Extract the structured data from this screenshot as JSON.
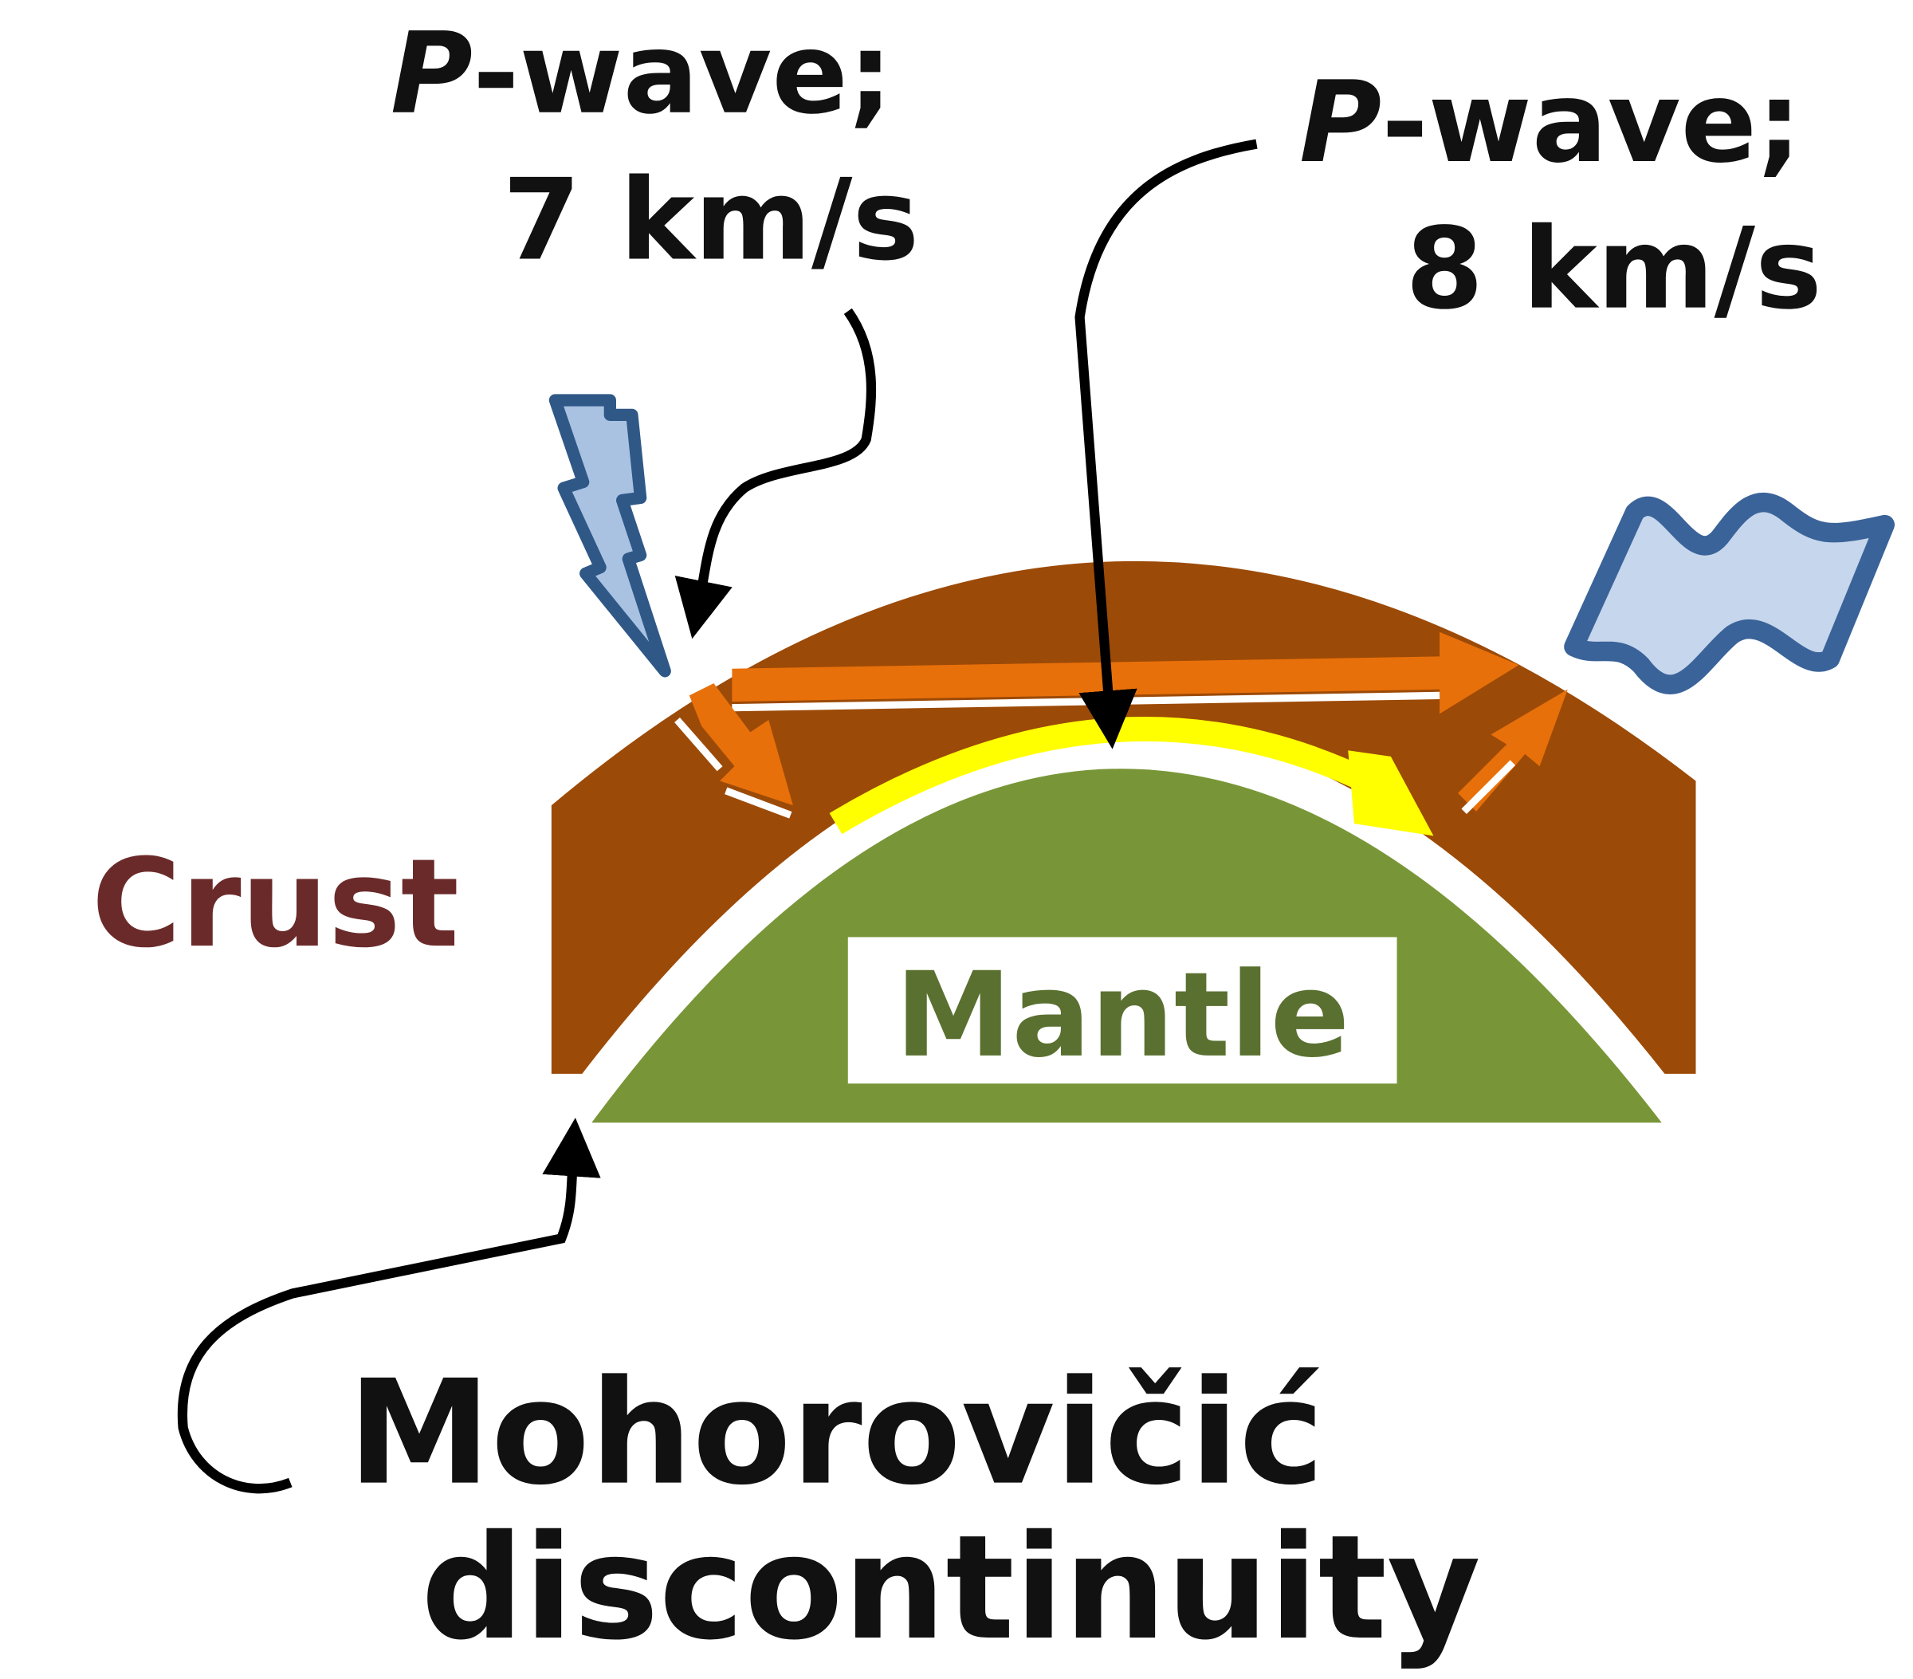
{
  "labels": {
    "pwave_slow_prefix": "P",
    "pwave_slow_suffix": "-wave;",
    "pwave_slow_speed": "7 km/s",
    "pwave_fast_prefix": "P",
    "pwave_fast_suffix": "-wave;",
    "pwave_fast_speed": "8 km/s",
    "crust": "Crust",
    "mantle": "Mantle",
    "moho_line1": "Mohorovičić",
    "moho_line2": "discontinuity"
  },
  "colors": {
    "crust": "#9C4A07",
    "mantle": "#789637",
    "crust_label": "#6B2A2A",
    "mantle_label": "#5A7030",
    "wave_arrow": "#E8700A",
    "refracted_arrow": "#FFFF00",
    "icon_stroke": "#3A6399",
    "icon_fill": "#A9C2E2"
  }
}
